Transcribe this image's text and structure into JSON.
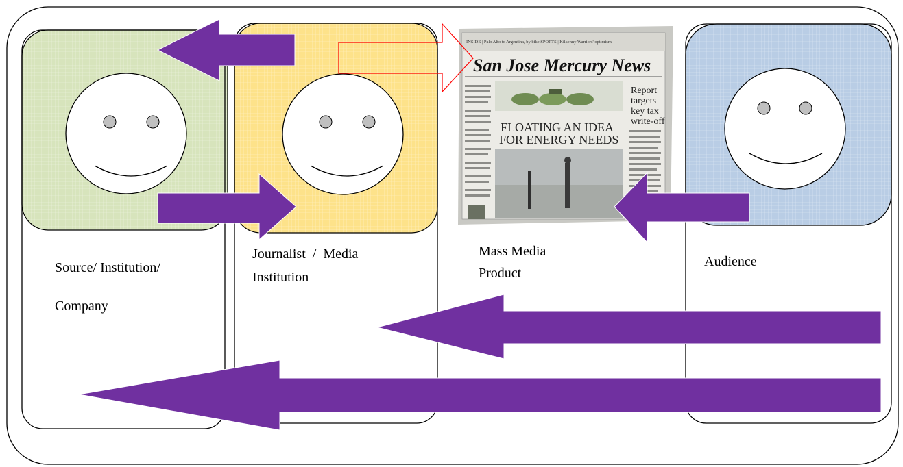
{
  "nodes": [
    {
      "id": "source",
      "label_lines": [
        "Source/ Institution/",
        "Company"
      ],
      "fill": "#d7e4bc",
      "face": "smiley"
    },
    {
      "id": "journalist",
      "label_lines": [
        "Journalist  /  Media",
        "Institution"
      ],
      "fill": "#fde28a",
      "face": "smiley"
    },
    {
      "id": "product",
      "label_lines": [
        "Mass Media",
        "Product"
      ],
      "image": "newspaper"
    },
    {
      "id": "audience",
      "label_lines": [
        "Audience"
      ],
      "fill": "#b9cde5",
      "face": "smiley"
    }
  ],
  "newspaper": {
    "masthead": "San Jose Mercury News",
    "topline": "INSIDE | Palo Alto to Argentina, by bike  SPORTS | Kilkenny Warriors' optimism",
    "headline_lines": [
      "FLOATING AN IDEA",
      "FOR ENERGY NEEDS"
    ],
    "sidebar_lines": [
      "Report",
      "targets",
      "key tax",
      "write-off"
    ]
  },
  "edges": [
    {
      "from": "journalist",
      "to": "source",
      "style": "purple-block-arrow"
    },
    {
      "from": "source",
      "to": "journalist",
      "style": "purple-block-arrow"
    },
    {
      "from": "journalist",
      "to": "product",
      "style": "red-outline-arrow"
    },
    {
      "from": "audience",
      "to": "product",
      "style": "purple-block-arrow"
    },
    {
      "from": "audience",
      "to": "journalist",
      "style": "purple-long-arrow"
    },
    {
      "from": "audience",
      "to": "source",
      "style": "purple-long-arrow"
    }
  ],
  "colors": {
    "arrow": "#7030a0",
    "outline_arrow": "#ff0000",
    "face_eye": "#c0c0c0",
    "stroke": "#000000"
  }
}
